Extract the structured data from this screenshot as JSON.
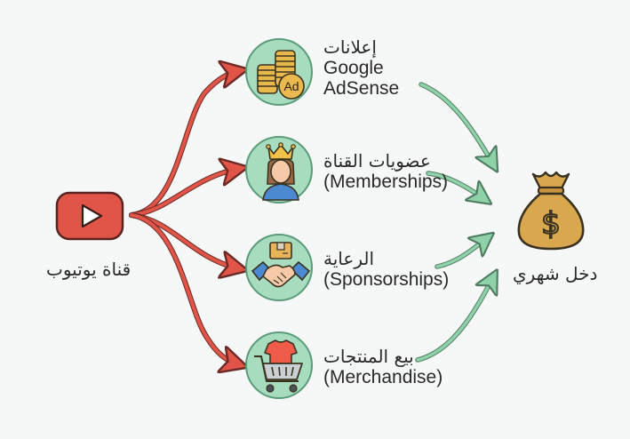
{
  "source": {
    "label": "قناة يوتيوب",
    "icon": "youtube-play-icon",
    "color": "#e05548"
  },
  "revenue_streams": [
    {
      "arabic": "إعلانات",
      "english_lines": [
        "Google",
        "AdSense"
      ],
      "icon": "coins-ad-icon"
    },
    {
      "arabic": "عضويات القناة",
      "english_lines": [
        "(Memberships)"
      ],
      "icon": "crowned-member-icon"
    },
    {
      "arabic": "الرعاية",
      "english_lines": [
        "(Sponsorships)"
      ],
      "icon": "handshake-box-icon"
    },
    {
      "arabic": "بيع المنتجات",
      "english_lines": [
        "(Merchandise)"
      ],
      "icon": "shopping-cart-shirt-icon"
    }
  ],
  "target": {
    "label": "دخل شهري",
    "icon": "money-bag-dollar-icon",
    "color": "#d9a84e"
  },
  "colors": {
    "background": "#f6f7f7",
    "outgoing_arrow": "#e05548",
    "incoming_arrow": "#8fd1a8",
    "node_circle": "#a8dcbf"
  }
}
